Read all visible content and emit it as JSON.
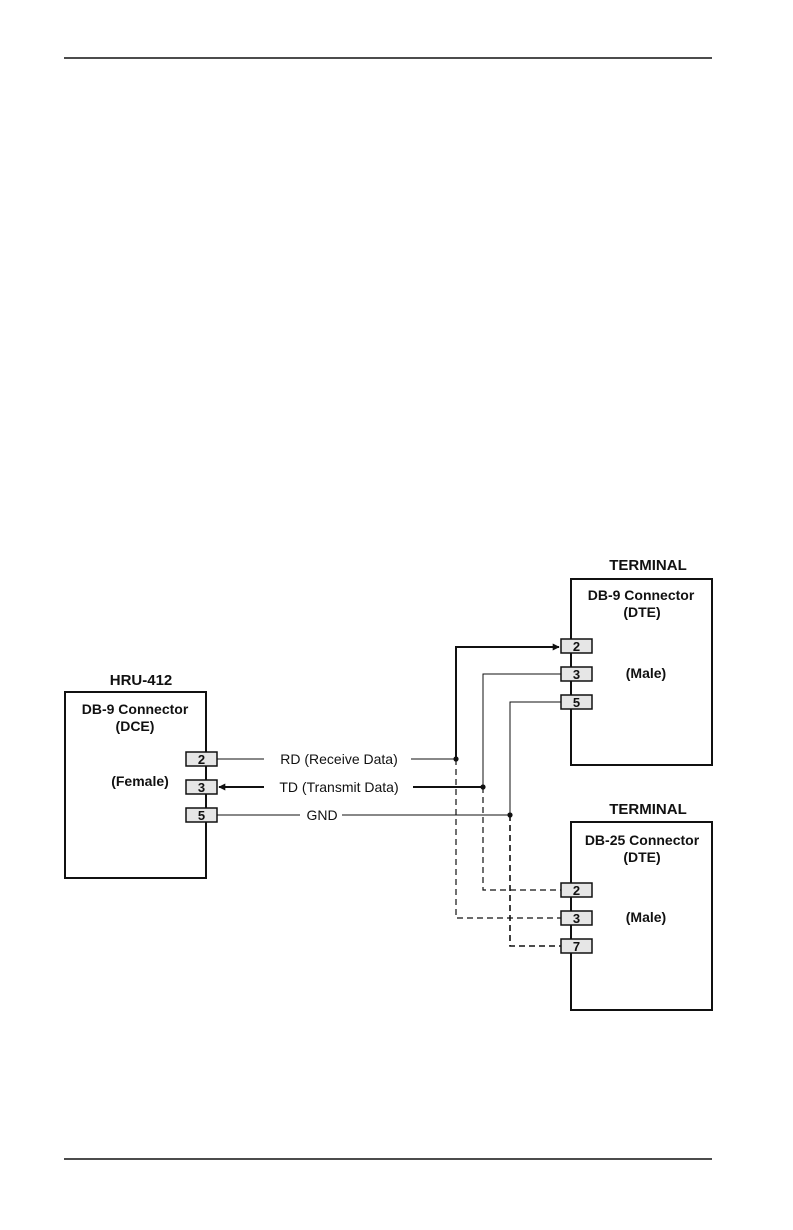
{
  "hru": {
    "title": "HRU-412",
    "connector": "DB-9 Connector",
    "role": "(DCE)",
    "gender": "(Female)",
    "pins": [
      "2",
      "3",
      "5"
    ]
  },
  "terminal_db9": {
    "title": "TERMINAL",
    "connector": "DB-9 Connector",
    "role": "(DTE)",
    "gender": "(Male)",
    "pins": [
      "2",
      "3",
      "5"
    ]
  },
  "terminal_db25": {
    "title": "TERMINAL",
    "connector": "DB-25 Connector",
    "role": "(DTE)",
    "gender": "(Male)",
    "pins": [
      "2",
      "3",
      "7"
    ]
  },
  "signals": {
    "rd": "RD (Receive Data)",
    "td": "TD (Transmit Data)",
    "gnd": "GND"
  },
  "colors": {
    "line": "#111111",
    "pin_fill": "#e6e6e6",
    "background": "#ffffff"
  }
}
